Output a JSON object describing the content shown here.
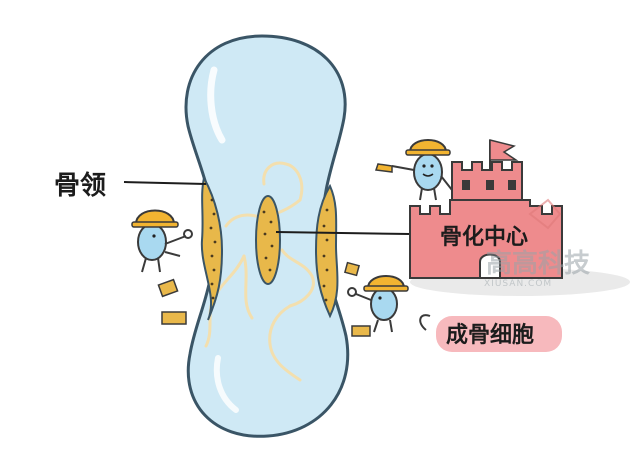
{
  "labels": {
    "bone_collar": "骨领",
    "ossification_center": "骨化中心",
    "osteoblast": "成骨细胞"
  },
  "watermark": {
    "brand": "高高科技",
    "site": "XIUSAN.COM"
  },
  "colors": {
    "bone_fill": "#cfe9f5",
    "bone_outline": "#3a5566",
    "ossification_fill": "#e8b84a",
    "vessel_line": "#f3dfae",
    "castle_fill": "#ee8b8d",
    "helmet": "#f2b431",
    "worker_body": "#a9d9f0",
    "brick": "#e9b84a",
    "label_pill": "#f7b9bd"
  }
}
